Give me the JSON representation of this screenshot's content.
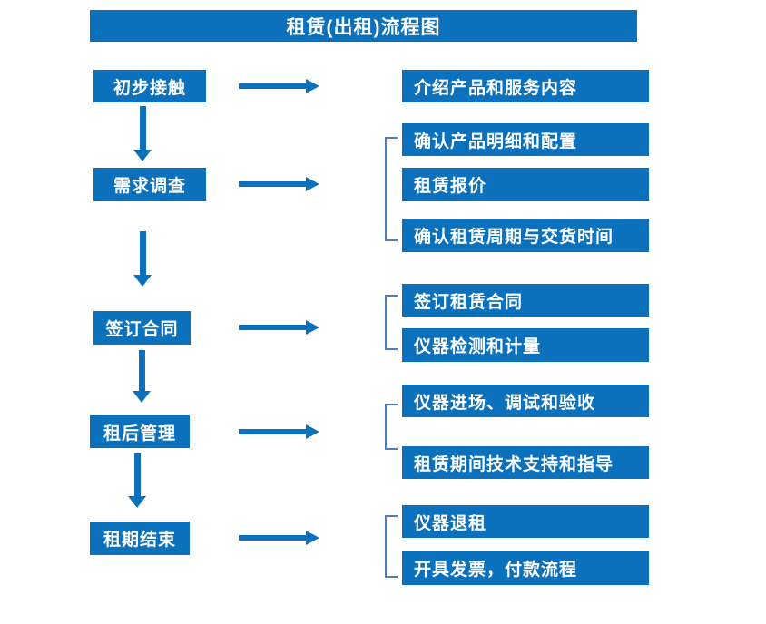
{
  "title": "租赁(出租)流程图",
  "colors": {
    "primary": "#0c71bd",
    "bracket": "#4a7ebd",
    "box_text": "#ffffff",
    "background": "#ffffff"
  },
  "icons": {
    "right_arrow": "→",
    "down_arrow": "↓",
    "group_bracket": "["
  },
  "flow": {
    "steps": [
      {
        "label": "初步接触",
        "outputs": [
          "介绍产品和服务内容"
        ]
      },
      {
        "label": "需求调查",
        "outputs": [
          "确认产品明细和配置",
          "租赁报价",
          "确认租赁周期与交货时间"
        ]
      },
      {
        "label": "签订合同",
        "outputs": [
          "签订租赁合同",
          "仪器检测和计量"
        ]
      },
      {
        "label": "租后管理",
        "outputs": [
          "仪器进场、调试和验收",
          "租赁期间技术支持和指导"
        ]
      },
      {
        "label": "租期结束",
        "outputs": [
          "仪器退租",
          "开具发票，付款流程"
        ]
      }
    ]
  }
}
